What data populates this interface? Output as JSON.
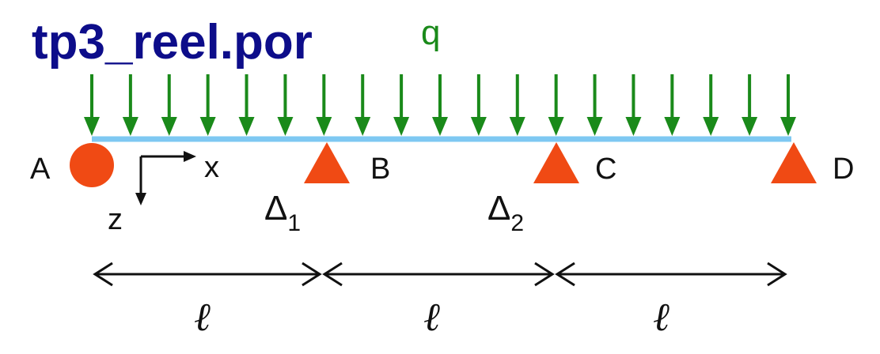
{
  "title": "tp3_reel.por",
  "load_label": "q",
  "axis_x_label": "x",
  "axis_z_label": "z",
  "supports": [
    {
      "label": "A",
      "kind": "circle"
    },
    {
      "label": "B",
      "kind": "triangle"
    },
    {
      "label": "C",
      "kind": "triangle"
    },
    {
      "label": "D",
      "kind": "triangle"
    }
  ],
  "settlements": [
    {
      "symbol": "Δ",
      "sub": "1"
    },
    {
      "symbol": "Δ",
      "sub": "2"
    }
  ],
  "spans": [
    "ℓ",
    "ℓ",
    "ℓ"
  ],
  "colors": {
    "title": "#0d0d8a",
    "load": "#1a8a1a",
    "beam": "#7ec8f2",
    "support": "#f04a14",
    "dims": "#111111"
  }
}
